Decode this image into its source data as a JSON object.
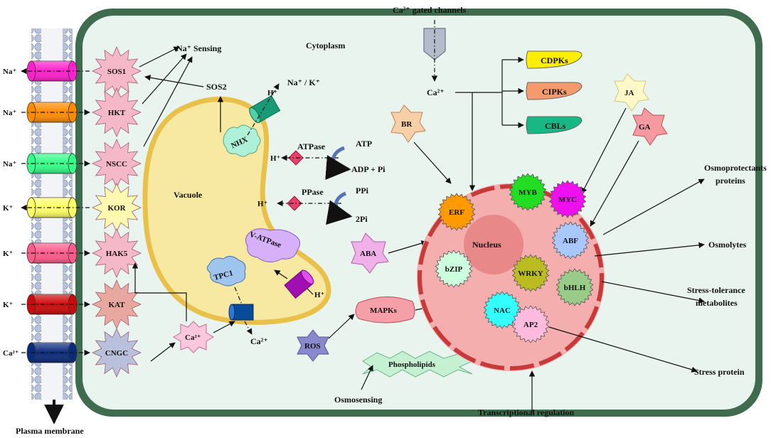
{
  "labels": {
    "cytoplasm": "Cytoplasm",
    "vacuole": "Vacuole",
    "nucleus": "Nucleus",
    "ca_gated": "Ca²⁺ gated channels",
    "na_sensing": "Na⁺ Sensing",
    "sos2": "SOS2",
    "h_top": "H⁺",
    "na_k": "Na⁺ / K⁺",
    "nhx": "NHX",
    "h_atpase": "H⁺",
    "atpase": "ATPase",
    "atp": "ATP",
    "adp_pi": "ADP + Pi",
    "h_ppase": "H⁺",
    "ppase": "PPase",
    "ppi": "PPi",
    "two_pi": "2Pi",
    "v_atpase": "V-ATPase",
    "tpc1": "TPC1",
    "h_vatpase": "H⁺",
    "ca_vac": "Ca²⁺",
    "ca_cyt": "Ca²⁺",
    "ca_star": "Ca²⁺",
    "ros": "ROS",
    "mapks": "MAPKs",
    "phospholipids": "Phospholipids",
    "aba": "ABA",
    "br": "BR",
    "ja": "JA",
    "ga": "GA",
    "cdpks": "CDPKs",
    "cipks": "CIPKs",
    "cbls": "CBLs",
    "osmosensing": "Osmosensing",
    "transcriptional": "Transcriptional  regulation",
    "plasma_membrane": "Plasma membrane",
    "osmoprotectants_1": "Osmoprotectants",
    "osmoprotectants_2": "proteins",
    "osmolytes": "Osmolytes",
    "stress_tol_1": "Stress-tolerance",
    "stress_tol_2": "metabolites",
    "stress_protein": "Stress protein"
  },
  "transporters": [
    {
      "name": "SOS1",
      "ion": "Na⁺",
      "color": "#ff1fcc"
    },
    {
      "name": "HKT",
      "ion": "Na⁺",
      "color": "#ff8a00"
    },
    {
      "name": "NSCC",
      "ion": "Na⁺",
      "color": "#33ff88"
    },
    {
      "name": "KOR",
      "ion": "K⁺",
      "color": "#ffff66"
    },
    {
      "name": "HAK5",
      "ion": "K⁺",
      "color": "#ff5a8a"
    },
    {
      "name": "KAT",
      "ion": "K⁺",
      "color": "#cc0a0a"
    },
    {
      "name": "CNGC",
      "ion": "Ca²⁺",
      "color": "#0a2a7a"
    }
  ],
  "transcription_factors": [
    {
      "name": "MYB",
      "color": "#22dd22"
    },
    {
      "name": "MYC",
      "color": "#ee10ee"
    },
    {
      "name": "ERF",
      "color": "#ff9900"
    },
    {
      "name": "ABF",
      "color": "#a8c8ff"
    },
    {
      "name": "bZIP",
      "color": "#ccffdd"
    },
    {
      "name": "WRKY",
      "color": "#bbbb22"
    },
    {
      "name": "bHLH",
      "color": "#99cc88"
    },
    {
      "name": "NAC",
      "color": "#33ffff"
    },
    {
      "name": "AP2",
      "color": "#ffbbdd"
    }
  ]
}
